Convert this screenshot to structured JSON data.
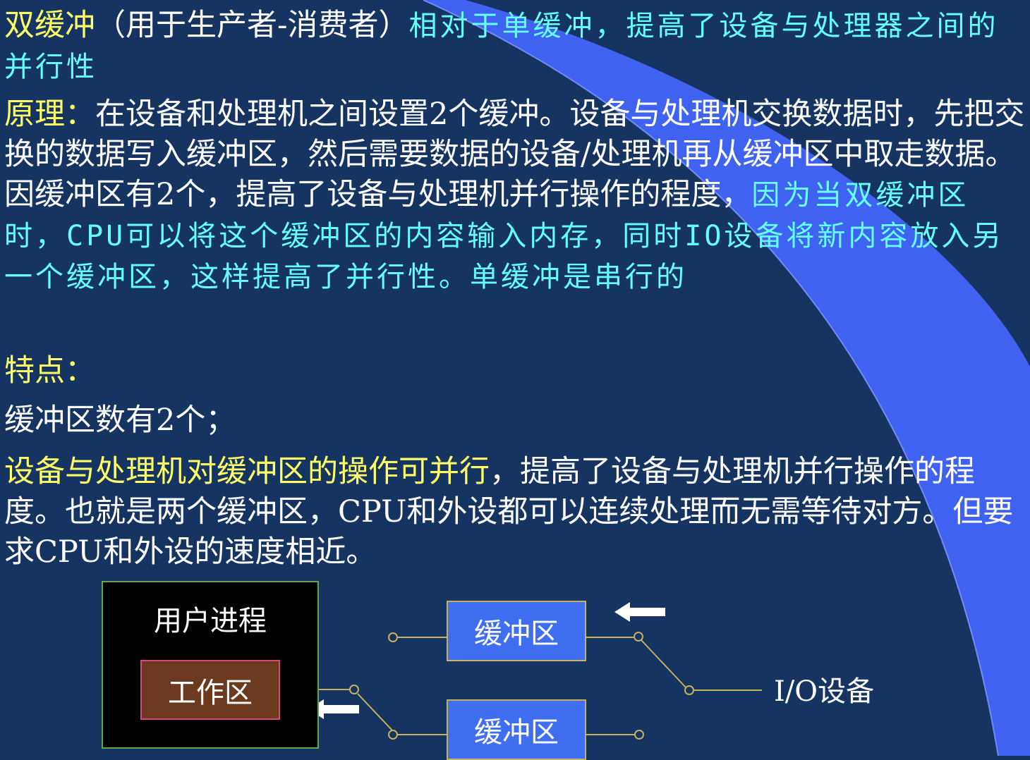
{
  "slide": {
    "p1": {
      "title": "双缓冲",
      "paren": "（用于生产者-消费者）",
      "cyan": "相对于单缓冲，提高了设备与处理器之间的并行性"
    },
    "p2": {
      "label": "原理：",
      "white": "在设备和处理机之间设置2个缓冲。设备与处理机交换数据时，先把交换的数据写入缓冲区，然后需要数据的设备/处理机再从缓冲区中取走数据。因缓冲区有2个，提高了设备与处理机并行操作的程度，",
      "cyan": "因为当双缓冲区时，CPU可以将这个缓冲区的内容输入内存，同时IO设备将新内容放入另一个缓冲区，这样提高了并行性。单缓冲是串行的"
    },
    "p3": {
      "label": "特点："
    },
    "p4": {
      "text": "缓冲区数有2个；"
    },
    "p5": {
      "yellow": "设备与处理机对缓冲区的操作可并行",
      "white": "，提高了设备与处理机并行操作的程度。也就是两个缓冲区，CPU和外设都可以连续处理而无需等待对方。但要求CPU和外设的速度相近。"
    }
  },
  "diagram": {
    "user_process": "用户进程",
    "work_area": "工作区",
    "buffer_1": "缓冲区",
    "buffer_2": "缓冲区",
    "io_device": "I/O设备"
  },
  "colors": {
    "background": "#163462",
    "swoosh": "#3f63f0",
    "highlight_yellow": "#ffff66",
    "highlight_cyan": "#66ffff",
    "buffer_fill": "#3f6ff0",
    "work_area_fill": "#6b3a1f",
    "connector_line": "#c9b05c"
  }
}
